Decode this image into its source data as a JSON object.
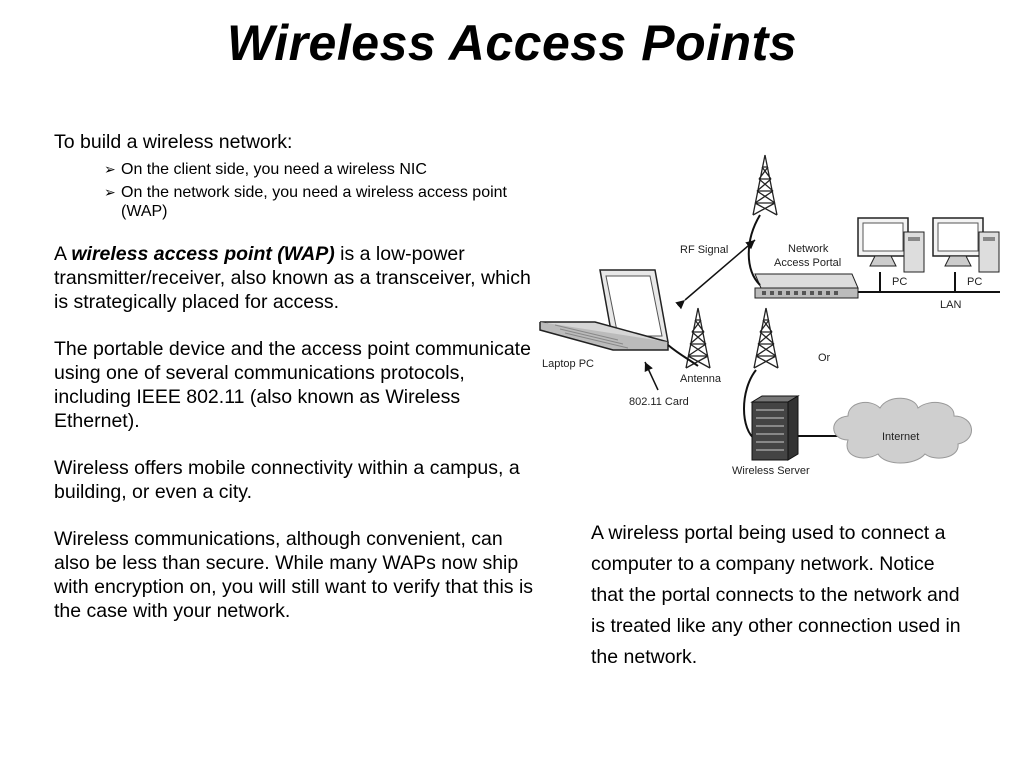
{
  "title": "Wireless Access Points",
  "left": {
    "intro": "To build a wireless network:",
    "bullets": [
      "On the client side, you need a wireless NIC",
      "On the network side, you need a wireless access point (WAP)"
    ],
    "p1_prefix": "A ",
    "p1_bold": "wireless access point (WAP)",
    "p1_rest": " is a low-power transmitter/receiver, also known as a transceiver, which is strategically placed for access.",
    "p2": "The portable device and the access point communicate using one of several communications protocols, including IEEE 802.11 (also known as Wireless Ethernet).",
    "p3": "Wireless offers mobile connectivity within a campus, a building, or even a city.",
    "p4": "Wireless communications, although convenient, can also be less than secure. While many WAPs now ship with encryption on, you will still want to verify that this is the case with your network."
  },
  "caption": "A wireless portal being used to connect a computer to a company network. Notice that the portal connects to the network and is treated like any other connection used in the network.",
  "diagram": {
    "rf_signal": "RF Signal",
    "network_access_portal_1": "Network",
    "network_access_portal_2": "Access Portal",
    "pc1": "PC",
    "pc2": "PC",
    "lan": "LAN",
    "laptop": "Laptop PC",
    "antenna": "Antenna",
    "or": "Or",
    "card": "802.11 Card",
    "internet": "Internet",
    "server": "Wireless Server"
  }
}
